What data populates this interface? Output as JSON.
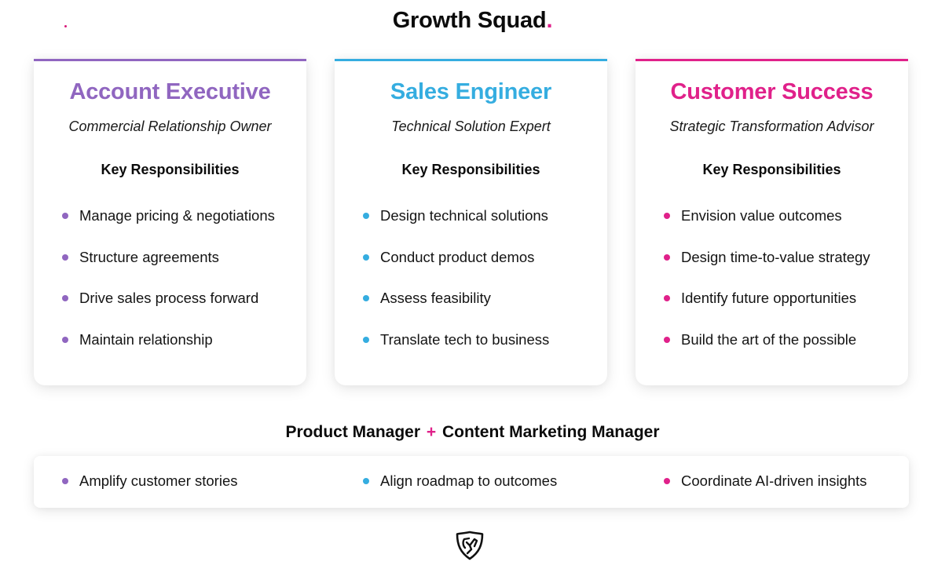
{
  "header": {
    "title": "Growth Squad",
    "title_accent": "."
  },
  "colors": {
    "purple": "#9066c0",
    "blue": "#35ade0",
    "magenta": "#e0218a",
    "text": "#111111"
  },
  "cards": [
    {
      "title": "Account Executive",
      "subtitle": "Commercial Relationship Owner",
      "section_label": "Key Responsibilities",
      "color": "#9066c0",
      "items": [
        "Manage pricing & negotiations",
        "Structure agreements",
        "Drive sales process forward",
        "Maintain relationship"
      ]
    },
    {
      "title": "Sales Engineer",
      "subtitle": "Technical Solution Expert",
      "section_label": "Key Responsibilities",
      "color": "#35ade0",
      "items": [
        "Design technical solutions",
        "Conduct product demos",
        "Assess feasibility",
        "Translate tech to business"
      ]
    },
    {
      "title": "Customer Success",
      "subtitle": "Strategic Transformation Advisor",
      "section_label": "Key Responsibilities",
      "color": "#e0218a",
      "items": [
        "Envision value outcomes",
        "Design time-to-value strategy",
        "Identify future opportunities",
        "Build the art of the possible"
      ]
    }
  ],
  "support": {
    "heading_left": "Product Manager",
    "heading_plus": "+",
    "heading_right": "Content Marketing Manager",
    "items": [
      {
        "label": "Amplify customer stories",
        "color": "#9066c0"
      },
      {
        "label": "Align roadmap to outcomes",
        "color": "#35ade0"
      },
      {
        "label": "Coordinate AI-driven insights",
        "color": "#e0218a"
      }
    ]
  },
  "footer": {
    "logo_icon": "shield-logo-icon"
  }
}
